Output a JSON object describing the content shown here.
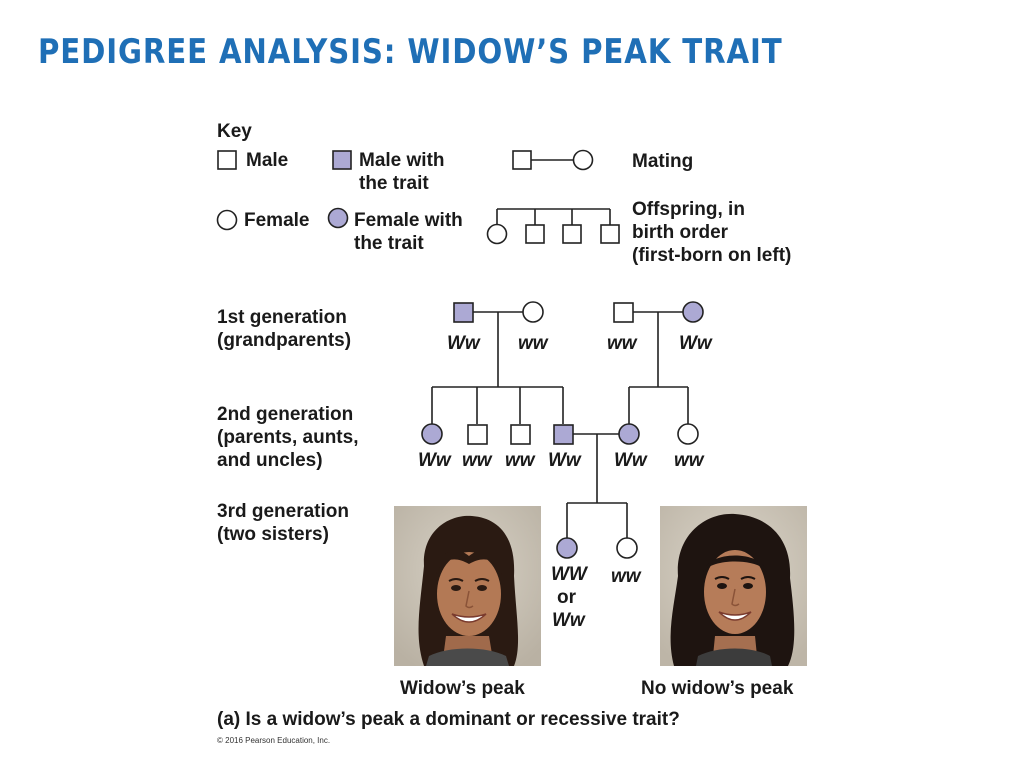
{
  "title": "PEDIGREE ANALYSIS: WIDOW’S PEAK TRAIT",
  "colors": {
    "title": "#1f6fb6",
    "affected": "#aca9d4",
    "stroke": "#222222"
  },
  "key": {
    "heading": "Key",
    "male": "Male",
    "male_trait_1": "Male with",
    "male_trait_2": "the trait",
    "female": "Female",
    "female_trait_1": "Female with",
    "female_trait_2": "the trait",
    "mating": "Mating",
    "offspring_1": "Offspring, in",
    "offspring_2": "birth order",
    "offspring_3": "(first-born on left)"
  },
  "generations": {
    "gen1_line1": "1st generation",
    "gen1_line2": "(grandparents)",
    "gen2_line1": "2nd generation",
    "gen2_line2": "(parents, aunts,",
    "gen2_line3": "and uncles)",
    "gen3_line1": "3rd generation",
    "gen3_line2": "(two sisters)"
  },
  "genotypes": {
    "g1_male_left": "Ww",
    "g1_female_left": "ww",
    "g1_male_right": "ww",
    "g1_female_right": "Ww",
    "g2_1": "Ww",
    "g2_2": "ww",
    "g2_3": "ww",
    "g2_4": "Ww",
    "g2_5": "Ww",
    "g2_6": "ww",
    "g3_1_a": "WW",
    "g3_1_b": "or",
    "g3_1_c": "Ww",
    "g3_2": "ww"
  },
  "photos": {
    "left_caption": "Widow’s peak",
    "right_caption": "No widow’s peak"
  },
  "question": "(a) Is a widow’s peak a dominant or recessive trait?",
  "copyright": "© 2016 Pearson Education, Inc."
}
